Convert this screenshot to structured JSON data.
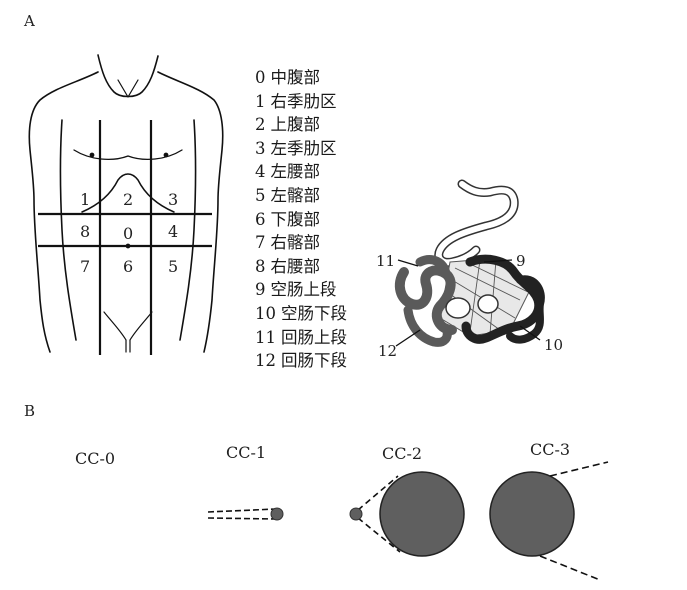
{
  "panels": {
    "a": "A",
    "b": "B"
  },
  "regions_legend": [
    {
      "num": "0",
      "name": "中腹部"
    },
    {
      "num": "1",
      "name": "右季肋区"
    },
    {
      "num": "2",
      "name": "上腹部"
    },
    {
      "num": "3",
      "name": "左季肋区"
    },
    {
      "num": "4",
      "name": "左腰部"
    },
    {
      "num": "5",
      "name": "左髂部"
    },
    {
      "num": "6",
      "name": "下腹部"
    },
    {
      "num": "7",
      "name": "右髂部"
    },
    {
      "num": "8",
      "name": "右腰部"
    },
    {
      "num": "9",
      "name": "空肠上段"
    },
    {
      "num": "10",
      "name": "空肠下段"
    },
    {
      "num": "11",
      "name": "回肠上段"
    },
    {
      "num": "12",
      "name": "回肠下段"
    }
  ],
  "torso_grid": {
    "row1": [
      "1",
      "2",
      "3"
    ],
    "row2": [
      "8",
      "0",
      "4"
    ],
    "row3": [
      "7",
      "6",
      "5"
    ]
  },
  "intestine_callouts": [
    "9",
    "10",
    "11",
    "12"
  ],
  "cc_grades": [
    "CC-0",
    "CC-1",
    "CC-2",
    "CC-3"
  ],
  "colors": {
    "line": "#111111",
    "dark_loop": "#2a2a2a",
    "mid_loop": "#5a5a5a",
    "circle_fill": "#5f5f5f",
    "background": "#ffffff"
  }
}
